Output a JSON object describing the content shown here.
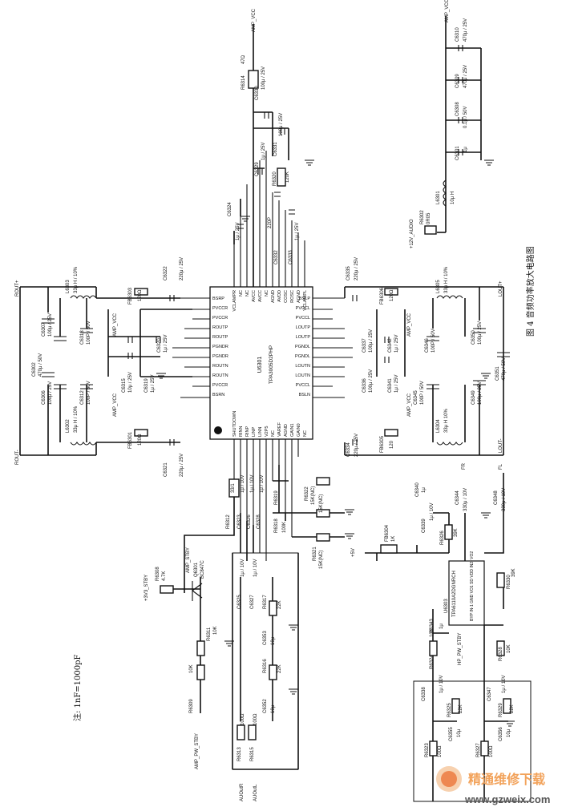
{
  "figure_caption": "图 4 音频功率放大电路图",
  "note": "注: 1nF=1000pF",
  "watermark": {
    "cn": "精通维修下载",
    "url": "www.gzweix.com"
  },
  "ic": {
    "ref": "U6301",
    "part": "TPA3005D2PHP"
  },
  "ic_pins_left": [
    "SHUTDOWN",
    "RINN",
    "RINP",
    "LINP",
    "LINN",
    "V2P5",
    "NC",
    "VAREF",
    "AGND",
    "GAIN1",
    "GAIN0",
    "NC"
  ],
  "ic_pins_right": [
    "VCLAMPR",
    "NC",
    "NC",
    "AVCC",
    "AVCC",
    "NC",
    "AGND",
    "AVDD",
    "COSC",
    "ROSC",
    "AGND",
    "VCLAMPL"
  ],
  "ic_pins_top": [
    "BSRP",
    "PVCCR",
    "PVCCR",
    "ROUTP",
    "ROUTP",
    "PGNDR",
    "PGNDR",
    "ROUTN",
    "ROUTN",
    "PVCCR",
    "BSRN"
  ],
  "ic_pins_bottom": [
    "BSLP",
    "PVCCL",
    "PVCCL",
    "LOUTP",
    "LOUTP",
    "PGNDL",
    "PGNDL",
    "LOUTN",
    "LOUTN",
    "PVCCL",
    "BSLN"
  ],
  "nets": {
    "amp_vcc": "AMP_VCC",
    "rout_p": "ROUT+",
    "rout_n": "ROUT-",
    "lout_p": "LOUT+",
    "lout_n": "LOUT-",
    "v12_audio": "+12V_AUDIO",
    "v3_stby": "+3V3_STBY",
    "amp_stby": "AMP_STBY",
    "amp_pw_stby": "AMP_PW_STBY",
    "hp_pw_stby": "HP_PW_STBY",
    "audout_r": "AUOutR",
    "audout_l": "AUOutL",
    "v5": "+5V",
    "fr": "FR",
    "fl": "FL"
  },
  "components": {
    "r6314": "R6314",
    "r6314_val": "47Ω",
    "c6330": "C6330",
    "c6330_val": "100μ / 25V",
    "c6329": "C6329",
    "c6329_val": "1μ / 25V",
    "c6331": "C6331",
    "c6331_val": "100μ / 25V",
    "c6324": "C6324",
    "c6324_val": "1μ / 25V",
    "r6320": "R6320",
    "r6320_val": "120K",
    "c6332": "C6332",
    "c6332_val": "220P",
    "c6333": "C6333",
    "c6333_val": "1μ / 25V",
    "c6322": "C6322",
    "c6322_val": "220μ / 25V",
    "c6321": "C6321",
    "c6321_val": "220μ / 25V",
    "fb6303": "FB6303",
    "fb6303_val": "120Ω",
    "fb6301": "FB6301",
    "fb6301_val": "120Ω",
    "l6303": "L6303",
    "l6303_val": "33μ H / 10%",
    "l6302": "L6302",
    "l6302_val": "33μ H / 10%",
    "c6302": "C6302",
    "c6302_val": "470μ / 50V",
    "c6307": "C6307",
    "c6307_val": "100μ / 25V",
    "c6306": "C6306",
    "c6306_val": "100μ / 25V",
    "c6313": "C6313",
    "c6313_val": "100P / 50V",
    "c6312": "C6312",
    "c6312_val": "100P / 50V",
    "c6315": "C6315",
    "c6315_val": "10μ / 25V",
    "c6319": "C6319",
    "c6319_val": "1μ / 25V",
    "c6320": "C6320",
    "c6320_val": "1μ / 25V",
    "c6335": "C6335",
    "c6335_val": "220μ / 25V",
    "c6334": "C6334",
    "c6334_val": "220μ / 25V",
    "fb6306": "FB6306",
    "fb6306_val": "120Ω",
    "fb6305": "FB6305",
    "fb6305_val": "120",
    "l6305": "L6305",
    "l6305_val": "33μ H / 10%",
    "l6304": "L6304",
    "l6304_val": "33μ H 10%",
    "c6350": "C6350",
    "c6350_val": "100μ / 25V",
    "c6349": "C6349",
    "c6349_val": "100μ / 25V",
    "c6351": "C6351",
    "c6351_val": "470μ / 50V",
    "c6346": "C6346",
    "c6346_val": "100P / 50V",
    "c6345": "C6345",
    "c6345_val": "100P / 50V",
    "c6337": "C6337",
    "c6337_val": "100μ / 25V",
    "c6336": "C6336",
    "c6336_val": "100μ / 25V",
    "c6342": "C6342",
    "c6342_val": "1μ / 25V",
    "c6341": "C6341",
    "c6341_val": "1μ / 25V",
    "c6310": "C6310",
    "c6310_val": "470μ / 25V",
    "c6309": "C6309",
    "c6309_val": "470μ / 25V",
    "c6308": "C6308",
    "c6308_val": "0.1μ / 50V",
    "c6301": "C6301",
    "c6301_val": "1μ",
    "l6301": "L6301",
    "l6301_val": "10μ H",
    "r6302": "R6302",
    "r6302_val": "0R05",
    "r6312": "R6312",
    "r6312_val": "33/1",
    "c6323": "C6323",
    "c6323_val": "1μ / 10V",
    "c6326": "C6326",
    "c6326_val": "1μ / 10V",
    "c6328": "C6328",
    "c6328_val": "1μ / 10V",
    "r6319": "R6319",
    "r6319_val": "15K(NC)",
    "r6318": "R6318",
    "r6318_val": "100K",
    "r6322": "R6322",
    "r6322_val": "15K(NC)",
    "r6321": "R6321",
    "r6321_val": "15K(NC)",
    "q6301": "Q6301",
    "q6301_val": "BC847C",
    "r6308": "R6308",
    "r6308_val": "4.7K",
    "r6311": "R6311",
    "r6311_val": "10K",
    "r6309": "R6309",
    "r6309_val": "10K",
    "c6325": "C6325",
    "c6325_val": "1μ / 10V",
    "c6327": "C6327",
    "c6327_val": "1μ / 10V",
    "r6317": "R6317",
    "r6317_val": "22K",
    "c6353": "C6353",
    "c6353_val": "10μ",
    "r6316": "R6316",
    "r6316_val": "22K",
    "c6352": "C6352",
    "c6352_val": "10μ",
    "r6313": "R6313",
    "r6313_val": "100Ω",
    "r6315": "R6315",
    "r6315_val": "100Ω",
    "u6303": "U6303",
    "u6303_val": "TPA6110A2DGNRCH",
    "u6303_pins": "BYP  IN-1  GND  VO1  SD  VDD  IN2-  VO2",
    "fb6304": "FB6304",
    "fb6304_val": "1K",
    "c6340": "C6340",
    "c6340_val": "1μ",
    "c6339": "C6339",
    "c6339_val": "1μ / 10V",
    "c6338": "C6338",
    "c6338_val": "1μ / 10V",
    "c6343": "C6343",
    "c6343_val": "1μ",
    "c6344": "C6344",
    "c6344_val": "330μ / 10V",
    "c6348": "C6348",
    "c6348_val": "330μ / 10V",
    "r6326": "R6326",
    "r6326_val": "39K",
    "r6330": "R6330",
    "r6330_val": "39K",
    "r6328": "R6328",
    "r6328_val": "10K",
    "r6324": "R6324",
    "r6324_val": "10K",
    "c6347": "C6347",
    "c6347_val": "1μ / 10V",
    "r6325": "R6325",
    "r6325_val": "22K",
    "r6329": "R6329",
    "r6329_val": "22K",
    "c6355": "C6355",
    "c6355_val": "10μ",
    "c6356": "C6356",
    "c6356_val": "10μ",
    "r6323": "R6323",
    "r6323_val": "100Ω",
    "r6327": "R6327",
    "r6327_val": "100Ω"
  }
}
